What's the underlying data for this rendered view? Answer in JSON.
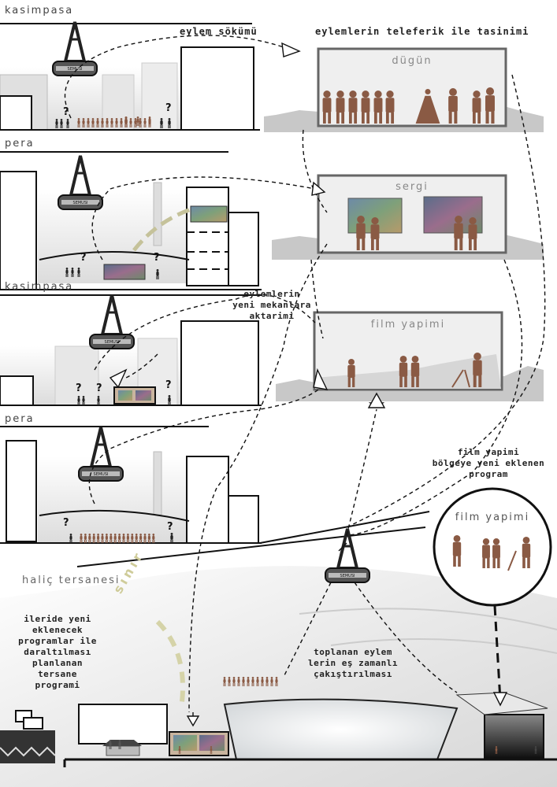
{
  "sections": {
    "kasimpasa_1": "kasimpasa",
    "pera_1": "pera",
    "kasimpasa_2": "kasimpasa",
    "pera_2": "pera",
    "halic": "haliç tersanesi"
  },
  "arrows": {
    "eylem_sokumu": "eylem sökümü",
    "teleferik": "eylemlerin teleferik ile tasinimi",
    "yeni_mekan": [
      "eylemlerin",
      "yeni mekanlara",
      "aktarimi"
    ],
    "bolgeye": [
      "film yapimi",
      "bölgeye yeni eklenen",
      "program"
    ],
    "ileride": [
      "ileride yeni",
      "eklenecek",
      "programlar ile",
      "daraltılması",
      "planlanan",
      "tersane",
      "programi"
    ],
    "toplanan": [
      "toplanan eylem",
      "lerin eş zamanlı",
      "çakıştırılması"
    ]
  },
  "frames": {
    "dugun": "dügün",
    "sergi": "sergi",
    "film": "film yapimi",
    "circle": "film yapimi"
  },
  "question_mark": "?",
  "sinir": "sınır",
  "cabin_label": "SEMUSI",
  "colors": {
    "figure": "#8a5a44",
    "frame_border": "#666666",
    "frame_fill": "#efefef",
    "skyline": "#c8c8c8",
    "dashed_zone": "#d8d6a8"
  }
}
